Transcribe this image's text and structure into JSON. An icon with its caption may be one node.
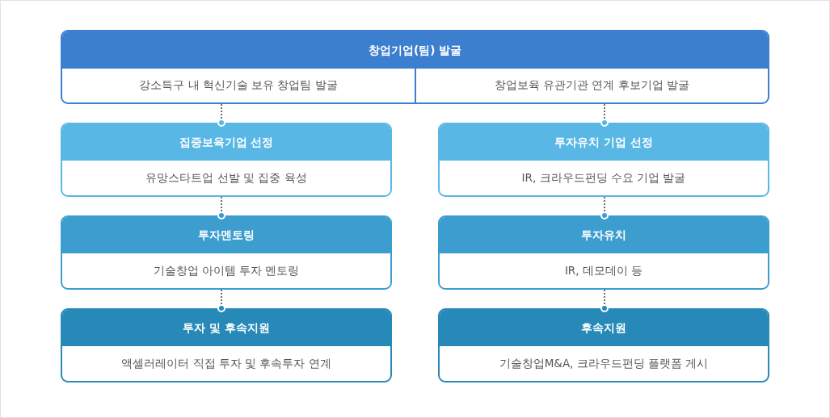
{
  "diagram": {
    "nodes": [
      {
        "text": [
          "창업기업(팀) 발굴"
        ]
      },
      {
        "text": [
          "강소특구 내 혁신기술 보유 창업팀 발굴"
        ],
        "in": 0
      },
      {
        "text": [
          "창업보육 유관기관 연계 후보기업 발굴"
        ],
        "in": 0
      },
      {
        "text": [
          "집중보육기업 선정",
          "유망스타트업 선발 및 집중 육성"
        ]
      },
      {
        "text": [
          "투자유치 기업 선정",
          "IR, 크라우드펀딩 수요 기업 발굴"
        ]
      },
      {
        "text": [
          "투자멘토링",
          "기술창업 아이템 투자 멘토링"
        ]
      },
      {
        "text": [
          "투자유치",
          "IR, 데모데이 등"
        ]
      },
      {
        "text": [
          "투자 및 후속지원",
          "액셀러레이터 직접 투자 및 후속투자 연계"
        ]
      },
      {
        "text": [
          "후속지원",
          "기술창업M&A, 크라우드펀딩 플랫폼 게시"
        ]
      }
    ],
    "edges": [
      {
        "from": 1,
        "to": 3,
        "arrow": "other",
        "style": "dashed"
      },
      {
        "from": 2,
        "to": 4,
        "arrow": "other",
        "style": "dashed"
      },
      {
        "from": 3,
        "to": 5,
        "arrow": "other",
        "style": "dashed"
      },
      {
        "from": 4,
        "to": 6,
        "arrow": "other",
        "style": "dashed"
      },
      {
        "from": 5,
        "to": 7,
        "arrow": "other",
        "style": "dashed"
      },
      {
        "from": 6,
        "to": 8,
        "arrow": "other",
        "style": "dashed"
      }
    ]
  }
}
